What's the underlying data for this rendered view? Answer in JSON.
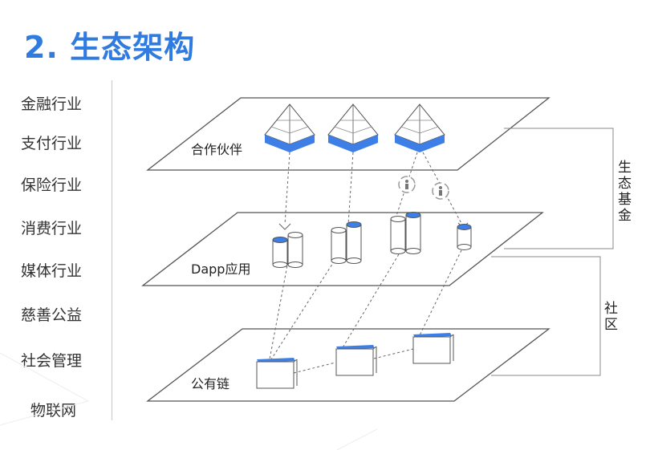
{
  "title": "2. 生态架构",
  "industries": [
    "金融行业",
    "支付行业",
    "保险行业",
    "消费行业",
    "媒体行业",
    "慈善公益",
    "社会管理",
    "物联网"
  ],
  "layers": {
    "partners": "合作伙伴",
    "dapp": "Dapp应用",
    "public_chain": "公有链"
  },
  "brackets": {
    "eco_fund": [
      "生",
      "态",
      "基",
      "金"
    ],
    "community": [
      "社",
      "区"
    ]
  },
  "colors": {
    "accent": "#2f7be0",
    "line": "#555555",
    "icon_blue": "#3d7fe6"
  }
}
